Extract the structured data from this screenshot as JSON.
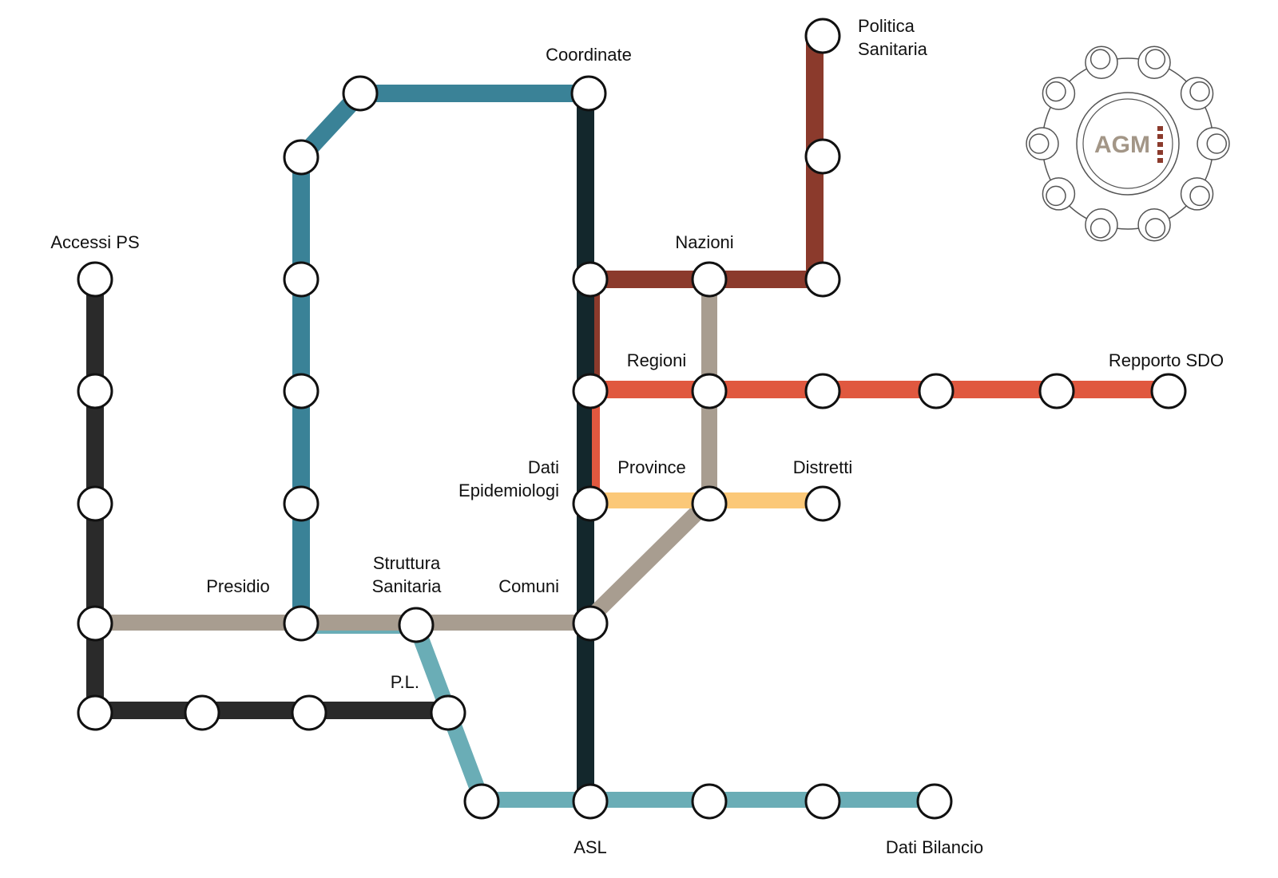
{
  "colors": {
    "black_line": "#2a2a2a",
    "dark_line": "#13272c",
    "blue_line": "#3a8297",
    "light_blue_line": "#6aadb6",
    "taupe_line": "#a89d90",
    "brown_line": "#8b3a2c",
    "red_line": "#e0583f",
    "yellow_line": "#fbc878",
    "station_fill": "#ffffff",
    "station_stroke": "#111111",
    "logo_grey": "#a39687",
    "logo_red": "#8b3a2c"
  },
  "labels": {
    "coordinate": "Coordinate",
    "politica_1": "Politica",
    "politica_2": "Sanitaria",
    "accessi_ps": "Accessi PS",
    "nazioni": "Nazioni",
    "regioni": "Regioni",
    "repporto_sdo": "Repporto SDO",
    "dati_1": "Dati",
    "dati_2": "Epidemiologi",
    "province": "Province",
    "distretti": "Distretti",
    "presidio": "Presidio",
    "struttura_1": "Struttura",
    "struttura_2": "Sanitaria",
    "comuni": "Comuni",
    "pl": "P.L.",
    "asl": "ASL",
    "dati_bilancio": "Dati Bilancio"
  },
  "logo": {
    "text": "AGM",
    "icon": "round-table-people-icon"
  }
}
